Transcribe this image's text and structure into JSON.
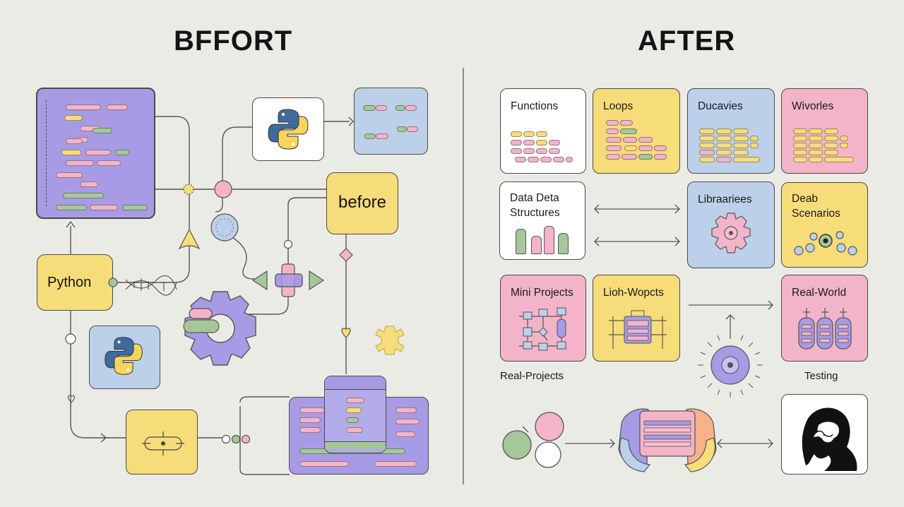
{
  "headings": {
    "before": "BFFORT",
    "after": "AFTER"
  },
  "left": {
    "python_badge": "Python",
    "before_box": "before"
  },
  "right": {
    "cards": [
      {
        "id": "functions",
        "label": "Functions"
      },
      {
        "id": "loops",
        "label": "Loops"
      },
      {
        "id": "ducavies",
        "label": "Ducavies"
      },
      {
        "id": "wivorles",
        "label": "Wivorles"
      },
      {
        "id": "data-structures",
        "label": "Data Deta\nStructures"
      },
      {
        "id": "libraries",
        "label": "Libraariees"
      },
      {
        "id": "scenarios",
        "label": "Deab\nScenarios"
      },
      {
        "id": "mini-projects",
        "label": "Mini Projects"
      },
      {
        "id": "lioh-wopcts",
        "label": "Lioh-Wopcts"
      },
      {
        "id": "real-world",
        "label": "Real-World"
      }
    ],
    "captions": {
      "real_projects": "Real-Projects",
      "testing": "Testing"
    }
  },
  "colors": {
    "purple": "#a79be6",
    "yellow": "#f7dc7a",
    "blue": "#bcd0ea",
    "pink": "#f3b4c9",
    "green": "#a6c79a",
    "white": "#ffffff"
  },
  "icons": [
    "python-logo-icon",
    "gear-icon",
    "dna-icon",
    "spark-icon",
    "heart-icon",
    "triangle-icon"
  ]
}
